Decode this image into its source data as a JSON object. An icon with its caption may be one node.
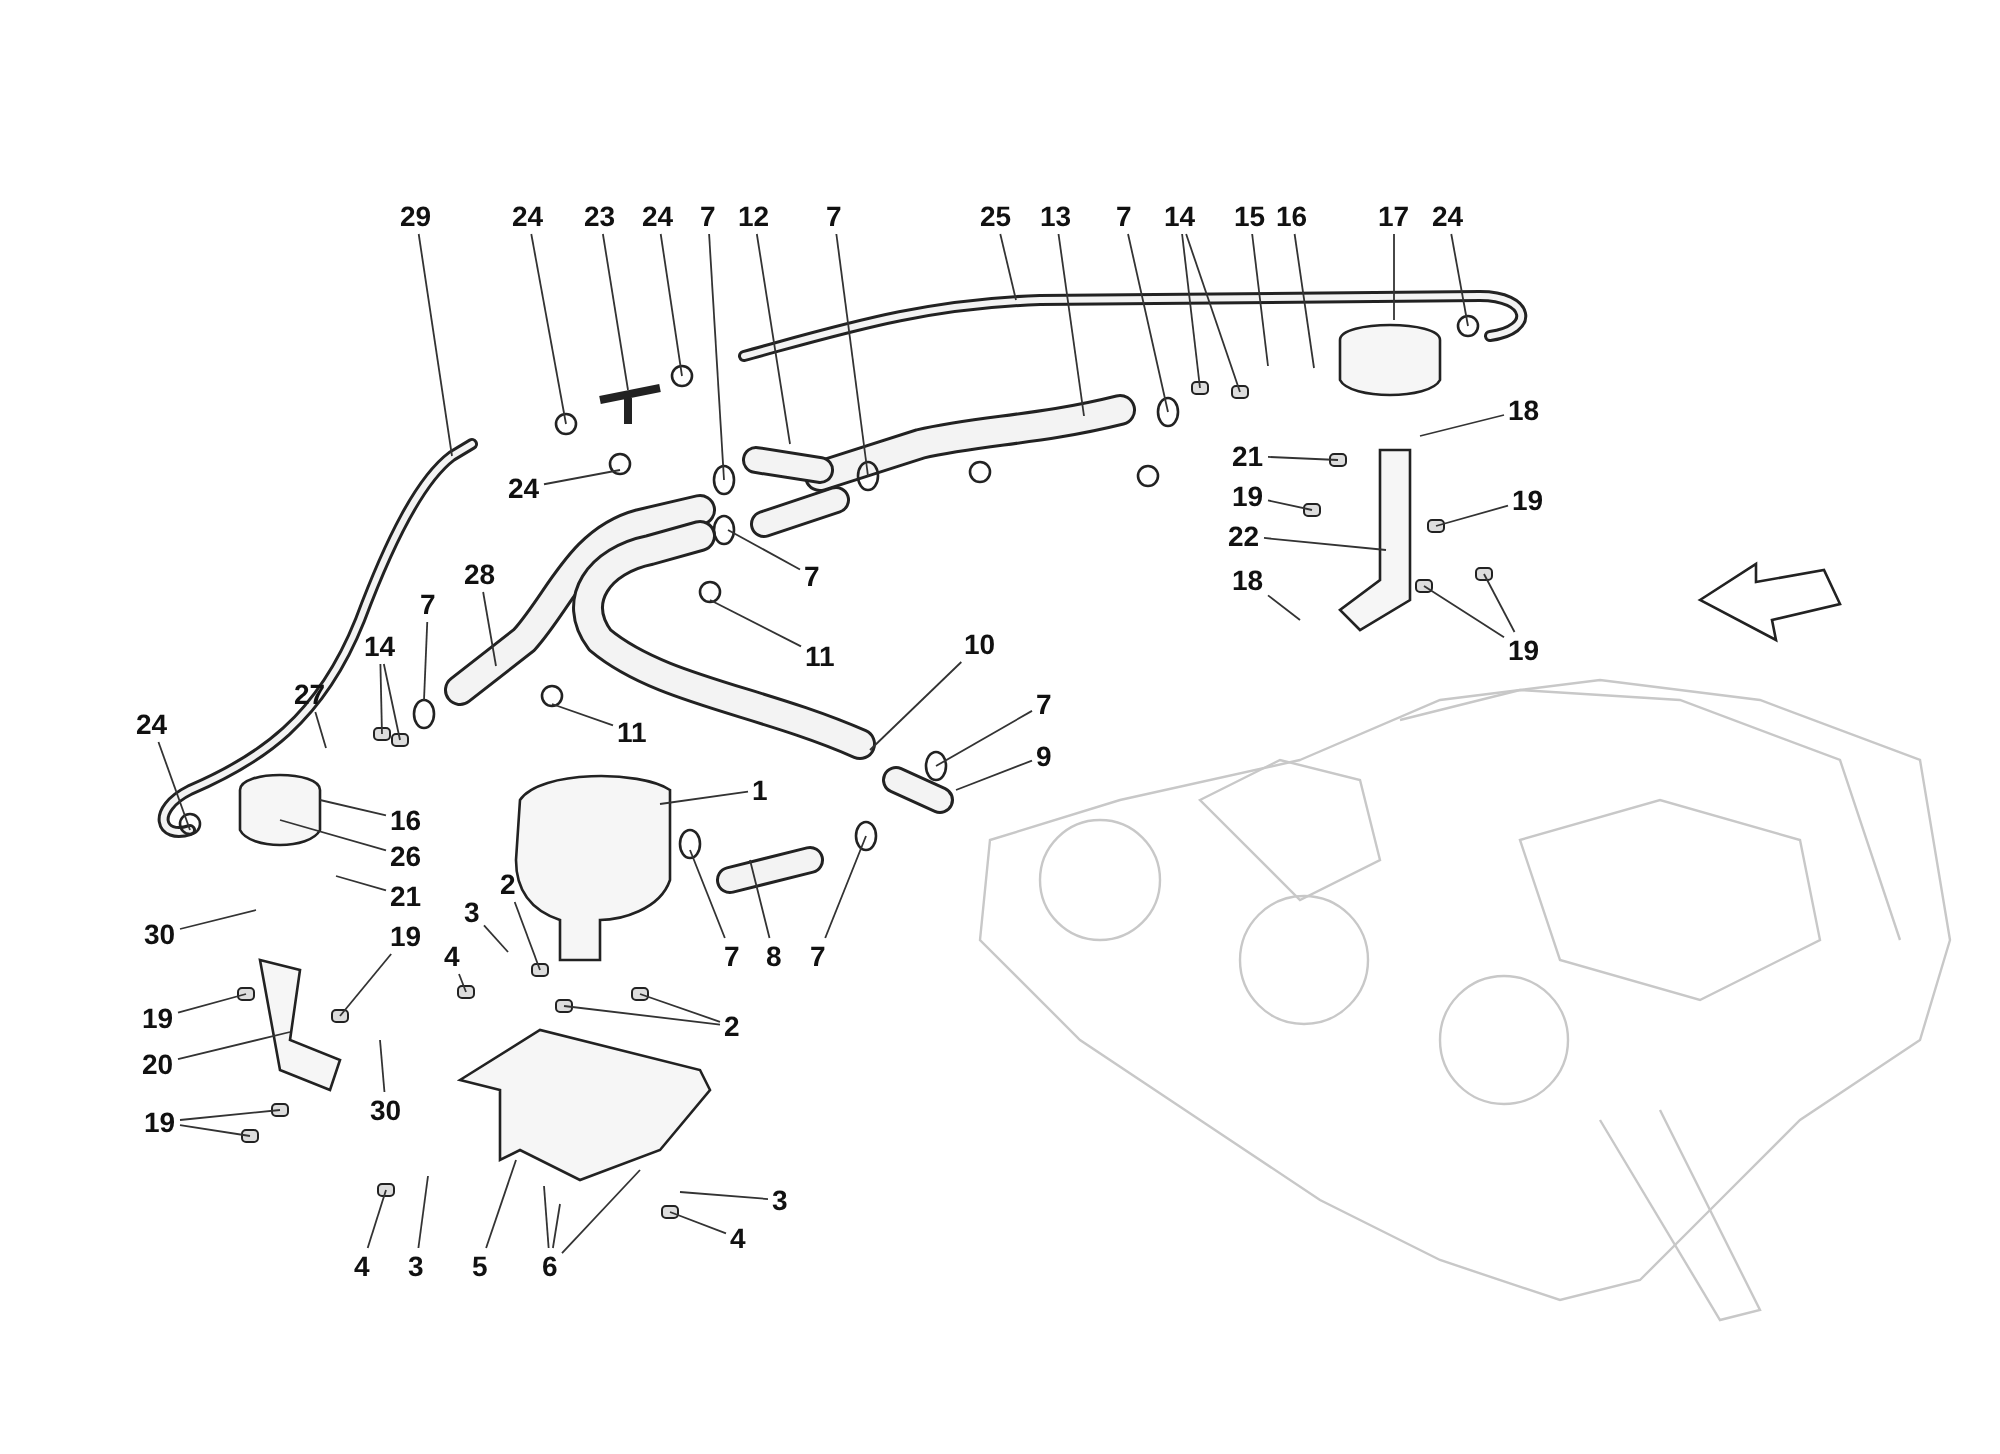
{
  "diagram": {
    "nodes": [
      {
        "text": [
          "29"
        ]
      },
      {
        "text": [
          "24"
        ]
      },
      {
        "text": [
          "23"
        ]
      },
      {
        "text": [
          "24"
        ]
      },
      {
        "text": [
          "7"
        ]
      },
      {
        "text": [
          "12"
        ]
      },
      {
        "text": [
          "7"
        ]
      },
      {
        "text": [
          "25"
        ]
      },
      {
        "text": [
          "13"
        ]
      },
      {
        "text": [
          "7"
        ]
      },
      {
        "text": [
          "14"
        ]
      },
      {
        "text": [
          "15"
        ]
      },
      {
        "text": [
          "16"
        ]
      },
      {
        "text": [
          "17"
        ]
      },
      {
        "text": [
          "24"
        ]
      },
      {
        "text": [
          "18"
        ]
      },
      {
        "text": [
          "21"
        ]
      },
      {
        "text": [
          "19"
        ]
      },
      {
        "text": [
          "19"
        ]
      },
      {
        "text": [
          "22"
        ]
      },
      {
        "text": [
          "18"
        ]
      },
      {
        "text": [
          "19"
        ]
      },
      {
        "text": [
          "24"
        ]
      },
      {
        "text": [
          "7"
        ]
      },
      {
        "text": [
          "11"
        ]
      },
      {
        "text": [
          "28"
        ]
      },
      {
        "text": [
          "7"
        ]
      },
      {
        "text": [
          "11"
        ]
      },
      {
        "text": [
          "10"
        ]
      },
      {
        "text": [
          "7"
        ]
      },
      {
        "text": [
          "9"
        ]
      },
      {
        "text": [
          "14"
        ]
      },
      {
        "text": [
          "27"
        ]
      },
      {
        "text": [
          "24"
        ]
      },
      {
        "text": [
          "16"
        ]
      },
      {
        "text": [
          "26"
        ]
      },
      {
        "text": [
          "21"
        ]
      },
      {
        "text": [
          "30"
        ]
      },
      {
        "text": [
          "19"
        ]
      },
      {
        "text": [
          "19"
        ]
      },
      {
        "text": [
          "20"
        ]
      },
      {
        "text": [
          "30"
        ]
      },
      {
        "text": [
          "19"
        ]
      },
      {
        "text": [
          "1"
        ]
      },
      {
        "text": [
          "2"
        ]
      },
      {
        "text": [
          "3"
        ]
      },
      {
        "text": [
          "4"
        ]
      },
      {
        "text": [
          "2"
        ]
      },
      {
        "text": [
          "7"
        ]
      },
      {
        "text": [
          "8"
        ]
      },
      {
        "text": [
          "7"
        ]
      },
      {
        "text": [
          "3"
        ]
      },
      {
        "text": [
          "4"
        ]
      },
      {
        "text": [
          "4"
        ]
      },
      {
        "text": [
          "3"
        ]
      },
      {
        "text": [
          "5"
        ]
      },
      {
        "text": [
          "6"
        ]
      }
    ],
    "edges": [
      {
        "from": 0,
        "to": null,
        "arrow": "none"
      },
      {
        "from": 1,
        "to": null,
        "arrow": "none"
      },
      {
        "from": 2,
        "to": null,
        "arrow": "none"
      },
      {
        "from": 3,
        "to": null,
        "arrow": "none"
      },
      {
        "from": 4,
        "to": null,
        "arrow": "none"
      },
      {
        "from": 5,
        "to": null,
        "arrow": "none"
      },
      {
        "from": 6,
        "to": null,
        "arrow": "none"
      },
      {
        "from": 7,
        "to": null,
        "arrow": "none"
      },
      {
        "from": 8,
        "to": null,
        "arrow": "none"
      },
      {
        "from": 9,
        "to": null,
        "arrow": "none"
      },
      {
        "from": 10,
        "to": null,
        "arrow": "none"
      },
      {
        "from": 10,
        "to": null,
        "arrow": "none"
      },
      {
        "from": 11,
        "to": null,
        "arrow": "none"
      },
      {
        "from": 12,
        "to": null,
        "arrow": "none"
      },
      {
        "from": 13,
        "to": null,
        "arrow": "none"
      },
      {
        "from": 14,
        "to": null,
        "arrow": "none"
      },
      {
        "from": 15,
        "to": null,
        "arrow": "none"
      },
      {
        "from": 16,
        "to": null,
        "arrow": "none"
      },
      {
        "from": 17,
        "to": null,
        "arrow": "none"
      },
      {
        "from": 18,
        "to": null,
        "arrow": "none"
      },
      {
        "from": 19,
        "to": null,
        "arrow": "none"
      },
      {
        "from": 20,
        "to": null,
        "arrow": "none"
      },
      {
        "from": 21,
        "to": null,
        "arrow": "none"
      },
      {
        "from": 21,
        "to": null,
        "arrow": "none"
      },
      {
        "from": 22,
        "to": null,
        "arrow": "none"
      },
      {
        "from": 23,
        "to": null,
        "arrow": "none"
      },
      {
        "from": 24,
        "to": null,
        "arrow": "none"
      },
      {
        "from": 25,
        "to": null,
        "arrow": "none"
      },
      {
        "from": 26,
        "to": null,
        "arrow": "none"
      },
      {
        "from": 27,
        "to": null,
        "arrow": "none"
      },
      {
        "from": 28,
        "to": null,
        "arrow": "none"
      },
      {
        "from": 29,
        "to": null,
        "arrow": "none"
      },
      {
        "from": 30,
        "to": null,
        "arrow": "none"
      },
      {
        "from": 31,
        "to": null,
        "arrow": "none"
      },
      {
        "from": 31,
        "to": null,
        "arrow": "none"
      },
      {
        "from": 32,
        "to": null,
        "arrow": "none"
      },
      {
        "from": 33,
        "to": null,
        "arrow": "none"
      },
      {
        "from": 34,
        "to": null,
        "arrow": "none"
      },
      {
        "from": 35,
        "to": null,
        "arrow": "none"
      },
      {
        "from": 36,
        "to": null,
        "arrow": "none"
      },
      {
        "from": 37,
        "to": null,
        "arrow": "none"
      },
      {
        "from": 38,
        "to": null,
        "arrow": "none"
      },
      {
        "from": 39,
        "to": null,
        "arrow": "none"
      },
      {
        "from": 40,
        "to": null,
        "arrow": "none"
      },
      {
        "from": 41,
        "to": null,
        "arrow": "none"
      },
      {
        "from": 42,
        "to": null,
        "arrow": "none"
      },
      {
        "from": 42,
        "to": null,
        "arrow": "none"
      },
      {
        "from": 43,
        "to": null,
        "arrow": "none"
      },
      {
        "from": 44,
        "to": null,
        "arrow": "none"
      },
      {
        "from": 45,
        "to": null,
        "arrow": "none"
      },
      {
        "from": 46,
        "to": null,
        "arrow": "none"
      },
      {
        "from": 47,
        "to": null,
        "arrow": "none"
      },
      {
        "from": 47,
        "to": null,
        "arrow": "none"
      },
      {
        "from": 48,
        "to": null,
        "arrow": "none"
      },
      {
        "from": 49,
        "to": null,
        "arrow": "none"
      },
      {
        "from": 50,
        "to": null,
        "arrow": "none"
      },
      {
        "from": 51,
        "to": null,
        "arrow": "none"
      },
      {
        "from": 52,
        "to": null,
        "arrow": "none"
      },
      {
        "from": 53,
        "to": null,
        "arrow": "none"
      },
      {
        "from": 54,
        "to": null,
        "arrow": "none"
      },
      {
        "from": 55,
        "to": null,
        "arrow": "none"
      },
      {
        "from": 56,
        "to": null,
        "arrow": "none"
      },
      {
        "from": 56,
        "to": null,
        "arrow": "none"
      },
      {
        "from": 56,
        "to": null,
        "arrow": "none"
      }
    ]
  }
}
